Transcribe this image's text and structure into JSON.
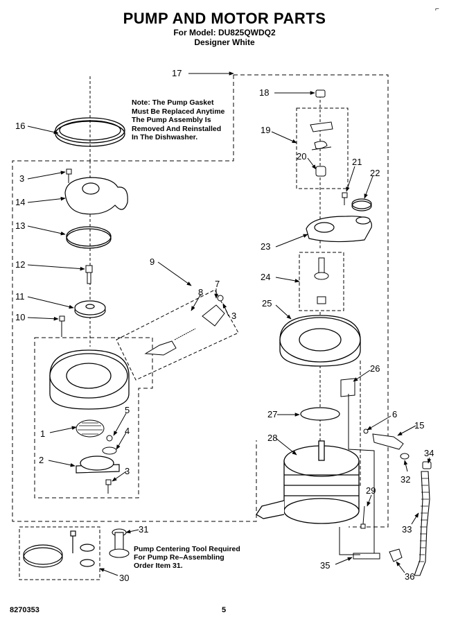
{
  "title": "PUMP AND MOTOR PARTS",
  "model_line": "For Model: DU825QWDQ2",
  "color_line": "Designer White",
  "note": "Note: The Pump Gasket\nMust Be Replaced Anytime\nThe Pump Assembly Is\nRemoved And Reinstalled\nIn The Dishwasher.",
  "tool_note": "Pump Centering Tool Required\nFor Pump Re–Assembling\nOrder Item 31.",
  "part_number": "8270353",
  "page_number": "5",
  "callouts": [
    "17",
    "18",
    "19",
    "20",
    "21",
    "22",
    "16",
    "3",
    "14",
    "13",
    "23",
    "24",
    "12",
    "9",
    "8",
    "7",
    "11",
    "10",
    "3",
    "25",
    "26",
    "5",
    "1",
    "4",
    "27",
    "6",
    "15",
    "2",
    "3",
    "28",
    "34",
    "32",
    "29",
    "33",
    "31",
    "35",
    "36",
    "30"
  ]
}
